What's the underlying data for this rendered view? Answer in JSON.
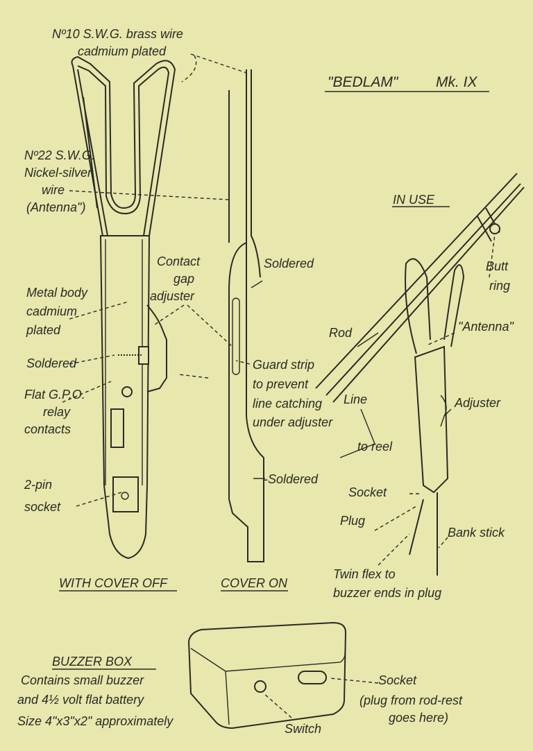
{
  "title": {
    "name": "\"BEDLAM\"",
    "mark": "Mk. IX"
  },
  "labels": {
    "brass_wire_1": "Nº10 S.W.G. brass wire",
    "brass_wire_2": "cadmium plated",
    "nickel_1": "Nº22 S.W.G.",
    "nickel_2": "Nickel-silver",
    "nickel_3": "wire",
    "nickel_4": "(Antenna\")",
    "contact_1": "Contact",
    "contact_2": "gap",
    "contact_3": "adjuster",
    "soldered_top": "Soldered",
    "metal_1": "Metal body",
    "metal_2": "cadmium",
    "metal_3": "plated",
    "soldered_left": "Soldered",
    "guard_1": "Guard strip",
    "guard_2": "to prevent",
    "guard_3": "line catching",
    "guard_4": "under adjuster",
    "relay_1": "Flat G.P.O.",
    "relay_2": "relay",
    "relay_3": "contacts",
    "socket_1": "2-pin",
    "socket_2": "socket",
    "soldered_bottom": "-Soldered",
    "with_cover_off": "WITH COVER OFF",
    "cover_on": "COVER ON"
  },
  "in_use": {
    "heading": "IN USE",
    "butt_1": "Butt",
    "butt_2": "ring",
    "rod": "Rod",
    "antenna": "\"Antenna\"",
    "line": "Line",
    "adjuster": "Adjuster",
    "to_reel": "to reel",
    "socket": "Socket",
    "plug": "Plug",
    "bank_stick": "Bank stick",
    "twin_1": "Twin flex to",
    "twin_2": "buzzer ends in plug"
  },
  "buzzer": {
    "heading": "BUZZER BOX",
    "desc_1": "Contains small buzzer",
    "desc_2": "and 4½ volt flat battery",
    "desc_3": "Size 4\"x3\"x2\" approximately",
    "socket": "Socket",
    "socket_note_1": "(plug from rod-rest",
    "socket_note_2": "goes here)",
    "switch": "Switch"
  }
}
